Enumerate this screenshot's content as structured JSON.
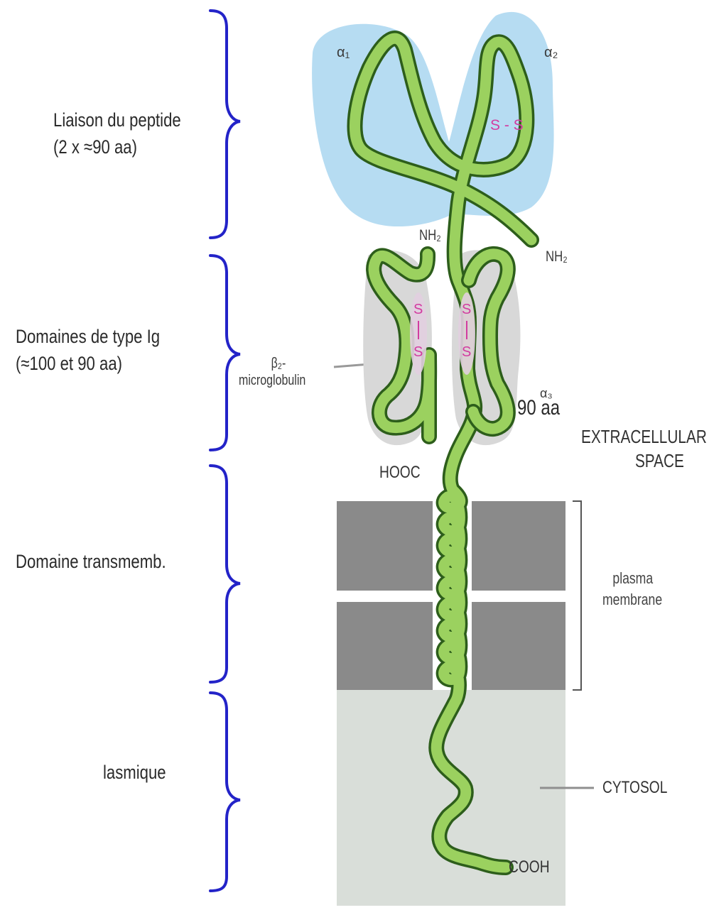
{
  "sections": [
    {
      "line1": "Liaison du peptide",
      "line2": "(2 x  ≈90 aa)"
    },
    {
      "line1": "Domaines de type Ig",
      "line2": "(≈100 et 90 aa)"
    },
    {
      "line1": "Domaine transmemb.",
      "line2": ""
    },
    {
      "line1": "lasmique",
      "line2": ""
    }
  ],
  "labels": {
    "alpha1": "α₁",
    "alpha2": "α₂",
    "alpha3": "α₃",
    "alpha3_size": "90 aa",
    "nh2_left": "NH₂",
    "nh2_right": "NH₂",
    "beta2_line1": "β₂-",
    "beta2_line2": "microglobulin",
    "hooc": "HOOC",
    "cooh": "COOH",
    "extracellular_line1": "EXTRACELLULAR",
    "extracellular_line2": "SPACE",
    "plasma_line1": "plasma",
    "plasma_line2": "membrane",
    "cytosol": "CYTOSOL",
    "disulfide_top": "S - S",
    "disulfide_s": "S"
  },
  "colors": {
    "bracket": "#2323c8",
    "chain_fill": "#9bd15f",
    "chain_outline": "#2d5e1b",
    "peptide_domain_bg": "#b6dcf2",
    "ig_domain_bg": "#d8d8d8",
    "membrane": "#8a8a8a",
    "cytosol_bg": "#d9ded9",
    "disulfide": "#d23ca0"
  }
}
